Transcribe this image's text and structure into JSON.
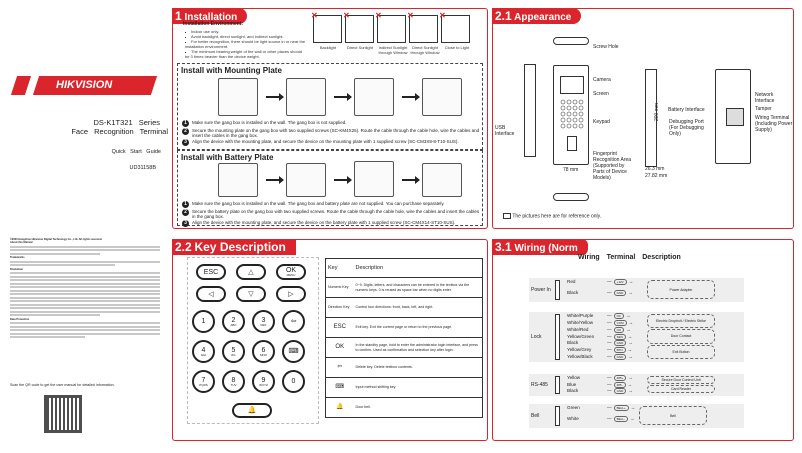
{
  "cover": {
    "brand": "HIKVISION",
    "model": "DS-K1T321 Series",
    "product": "Face Recognition Terminal",
    "doc_type": "Quick Start Guide",
    "doc_code": "UD31158B",
    "legal_headings": [
      "©2020 Hangzhou Hikvision Digital Technology Co., Ltd. All rights reserved.",
      "About this Manual",
      "Trademarks",
      "Disclaimer",
      "Data Protection"
    ],
    "qr_caption": "Scan the QR code to get the user manual for detailed information."
  },
  "installation": {
    "num": "1",
    "title": "Installation",
    "env_title": "Installation Environment:",
    "env_items": [
      "Indoor use only.",
      "Avoid backlight, direct sunlight, and indirect sunlight.",
      "For better recognition, there should be light source in or near the installation environment.",
      "The minimum bearing weight of the wall or other places should be 3 times heavier than the device weight."
    ],
    "env_icons": [
      "Backlight",
      "Direct Sunlight",
      "Indirect Sunlight through Window",
      "Direct Sunlight through Window",
      "Close to Light"
    ],
    "mounting": {
      "title": "Install with Mounting Plate",
      "steps": [
        "Make sure the gang box is installed on the wall. The gang box is not supplied.",
        "Secure the mounting plate on the gang box with two supplied screws (SC-KM4X25). Route the cable through the cable hole, wire the cables and insert the cables in the gang box.",
        "Align the device with the mounting plate, and secure the device on the mounting plate with 1 supplied screw (SC-CM3X8-8-T10-SUS)."
      ]
    },
    "battery": {
      "title": "Install with Battery Plate",
      "steps": [
        "Make sure the gang box is installed on the wall. The gang box and battery plate are not supplied. You can purchase separately.",
        "Secure the battery plate on the gang box with two supplied screws. Route the cable through the cable hole, wire the cables and insert the cables in the gang box.",
        "Align the device with the mounting plate, and secure the device on the battery plate with 1 supplied screw (SC-CM4X14-ST10-SUS)."
      ]
    }
  },
  "appearance": {
    "num": "2.1",
    "title": "Appearance",
    "labels": {
      "screw_hole": "Screw Hole",
      "camera": "Camera",
      "screen": "Screen",
      "keypad": "Keypad",
      "fingerprint": "Fingerprint Recognition Area (Supported by Parts of Device Models)",
      "usb": "USB Interface",
      "width": "78 mm",
      "height": "200 mm",
      "depth1": "26.3 mm",
      "depth2": "27.82 mm",
      "battery": "Battery Interface",
      "debug": "Debugging Port (For Debugging Only)",
      "network": "Network Interface",
      "tamper": "Tamper",
      "wiring": "Wiring Terminal (Including Power Supply)"
    },
    "note": "The pictures here are for reference only."
  },
  "keys": {
    "num": "2.2",
    "title": "Key Description",
    "header": [
      "Key",
      "Description"
    ],
    "keypad": [
      [
        "ESC",
        "△",
        "OK"
      ],
      [
        "◁",
        "▽",
        "▷"
      ],
      [
        "1",
        "2",
        "3",
        "⇦"
      ],
      [
        "4",
        "5",
        "6",
        "⌨"
      ],
      [
        "7",
        "8",
        "9",
        "0"
      ]
    ],
    "keypad_sub": [
      [
        "",
        "",
        "MENU"
      ],
      [
        "",
        "",
        ""
      ],
      [
        "",
        "ABC",
        "DEF",
        ""
      ],
      [
        "GHI",
        "JKL",
        "MNO",
        ""
      ],
      [
        "PQRS",
        "TUV",
        "WXYZ",
        ""
      ]
    ],
    "rows": [
      {
        "key": "Numeric Key",
        "desc": "0~9. Digits, letters, and characters can be entered in the textbox via the numeric keys. 0 is reused as space bar when no digits enter."
      },
      {
        "key": "Direction Key",
        "desc": "Control four directions: front, back, left, and right."
      },
      {
        "key": "ESC",
        "desc": "Exit key. Exit the current page or return to the previous page."
      },
      {
        "key": "OK",
        "desc": "In the standby page, hold to enter the administrator login interface, and press to confirm. Used as confirmation and selection key after login."
      },
      {
        "key": "⇦",
        "desc": "Delete key. Delete textbox contents."
      },
      {
        "key": "⌨",
        "desc": "Input method shifting key."
      },
      {
        "key": "🔔",
        "desc": "Door bell."
      }
    ]
  },
  "wiring": {
    "num": "3.1",
    "title": "Wiring (Norm",
    "heading": "Wiring Terminal Description",
    "groups": [
      {
        "name": "Power In",
        "wires": [
          [
            "Red",
            "+12V"
          ],
          [
            "Black",
            "GND"
          ]
        ],
        "devices": [
          "Power Adapter"
        ]
      },
      {
        "name": "Lock",
        "wires": [
          [
            "White/Purple",
            "NC"
          ],
          [
            "White/Yellow",
            "COM"
          ],
          [
            "White/Red",
            "NO"
          ],
          [
            "Yellow/Green",
            "SEN"
          ],
          [
            "Black",
            "GND"
          ],
          [
            "Yellow/Grey",
            "BTN"
          ],
          [
            "Yellow/Black",
            "GND"
          ]
        ],
        "devices": [
          "Electric Dropbolt / Electric Strike",
          "Door Contact",
          "Exit Button"
        ]
      },
      {
        "name": "RS-485",
        "wires": [
          [
            "Yellow",
            "485+"
          ],
          [
            "Blue",
            "485-"
          ],
          [
            "Black",
            "GND"
          ]
        ],
        "devices": [
          "Secure Door Control Unit",
          "Card Reader"
        ]
      },
      {
        "name": "Bell",
        "wires": [
          [
            "Green",
            "BELL+"
          ],
          [
            "White",
            "BELL-"
          ]
        ],
        "devices": [
          "Bell"
        ]
      }
    ]
  },
  "colors": {
    "accent": "#d9252b"
  }
}
